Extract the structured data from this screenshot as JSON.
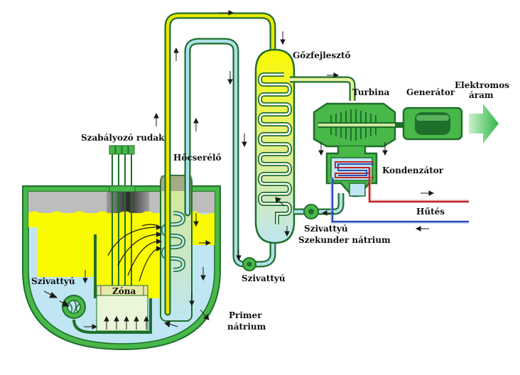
{
  "labels": {
    "control_rods": "Szabályozó rudak",
    "heat_exchanger": "Hőcserélő",
    "steam_generator": "Gőzfejlesztő",
    "turbine": "Turbina",
    "generator": "Generátor",
    "electric_power_1": "Elektromos",
    "electric_power_2": "áram",
    "condenser": "Kondenzátor",
    "cooling": "Hűtés",
    "pump_secondary_right": "Szivattyú",
    "secondary_sodium": "Szekunder nátrium",
    "pump_secondary_bottom": "Szivattyú",
    "pump_primary": "Szivattyú",
    "core": "Zóna",
    "primary_sodium_1": "Primer",
    "primary_sodium_2": "nátrium"
  },
  "colors": {
    "outline": "#1f6f2c",
    "green": "#48b848",
    "yellow": "#fafa00",
    "light_blue": "#bfe6f2",
    "hot_pipe": "#e8e800",
    "cool_pipe": "#aee0ea",
    "cooling_hot": "#c0262c",
    "cooling_cold": "#2b4fb4",
    "arrow": "#1a1a1a"
  }
}
